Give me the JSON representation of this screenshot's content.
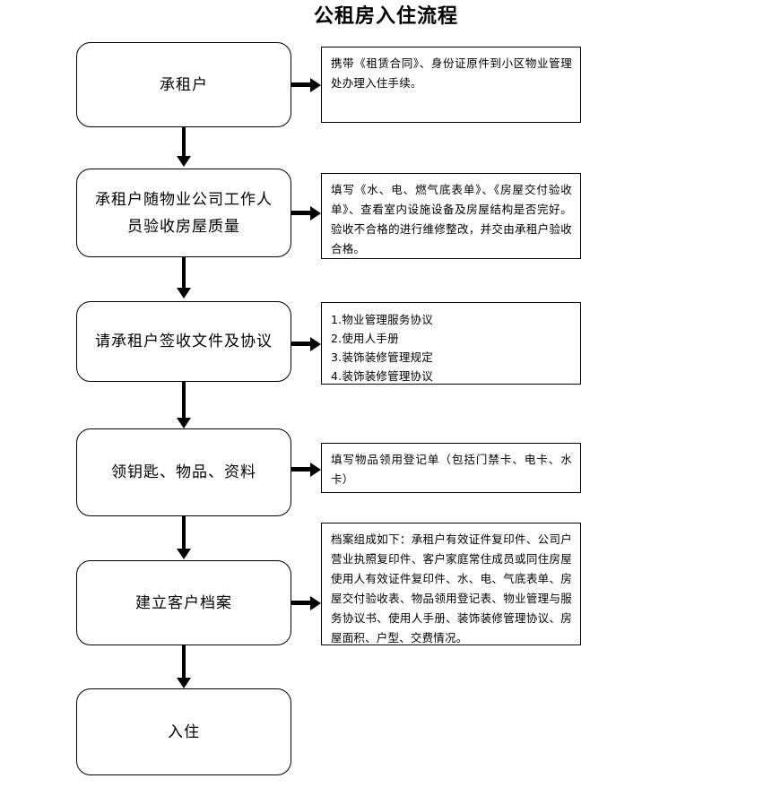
{
  "title": "公租房入住流程",
  "flow": {
    "steps": [
      {
        "id": "step-1",
        "label": "承租户",
        "note_type": "paragraph",
        "note": "携带《租赁合同》、身份证原件到小区物业管理处办理入住手续。"
      },
      {
        "id": "step-2",
        "label": "承租户随物业公司工作人员验收房屋质量",
        "note_type": "paragraph",
        "note": "填写《水、电、燃气底表单》、《房屋交付验收单》、查看室内设施设备及房屋结构是否完好。验收不合格的进行维修整改，并交由承租户验收合格。"
      },
      {
        "id": "step-3",
        "label": "请承租户签收文件及协议",
        "note_type": "list",
        "note_items": [
          "1.物业管理服务协议",
          "2.使用人手册",
          "3.装饰装修管理规定",
          "4.装饰装修管理协议"
        ]
      },
      {
        "id": "step-4",
        "label": "领钥匙、物品、资料",
        "note_type": "paragraph",
        "note": "填写物品领用登记单（包括门禁卡、电卡、水卡）"
      },
      {
        "id": "step-5",
        "label": "建立客户档案",
        "note_type": "paragraph",
        "note": "档案组成如下：承租户有效证件复印件、公司户营业执照复印件、客户家庭常住成员或同住房屋使用人有效证件复印件、水、电、气底表单、房屋交付验收表、物品领用登记表、物业管理与服务协议书、使用人手册、装饰装修管理协议、房屋面积、户型、交费情况。"
      },
      {
        "id": "step-6",
        "label": "入住",
        "note_type": "none"
      }
    ]
  },
  "colors": {
    "stroke": "#000000",
    "background": "#ffffff",
    "text": "#000000"
  }
}
